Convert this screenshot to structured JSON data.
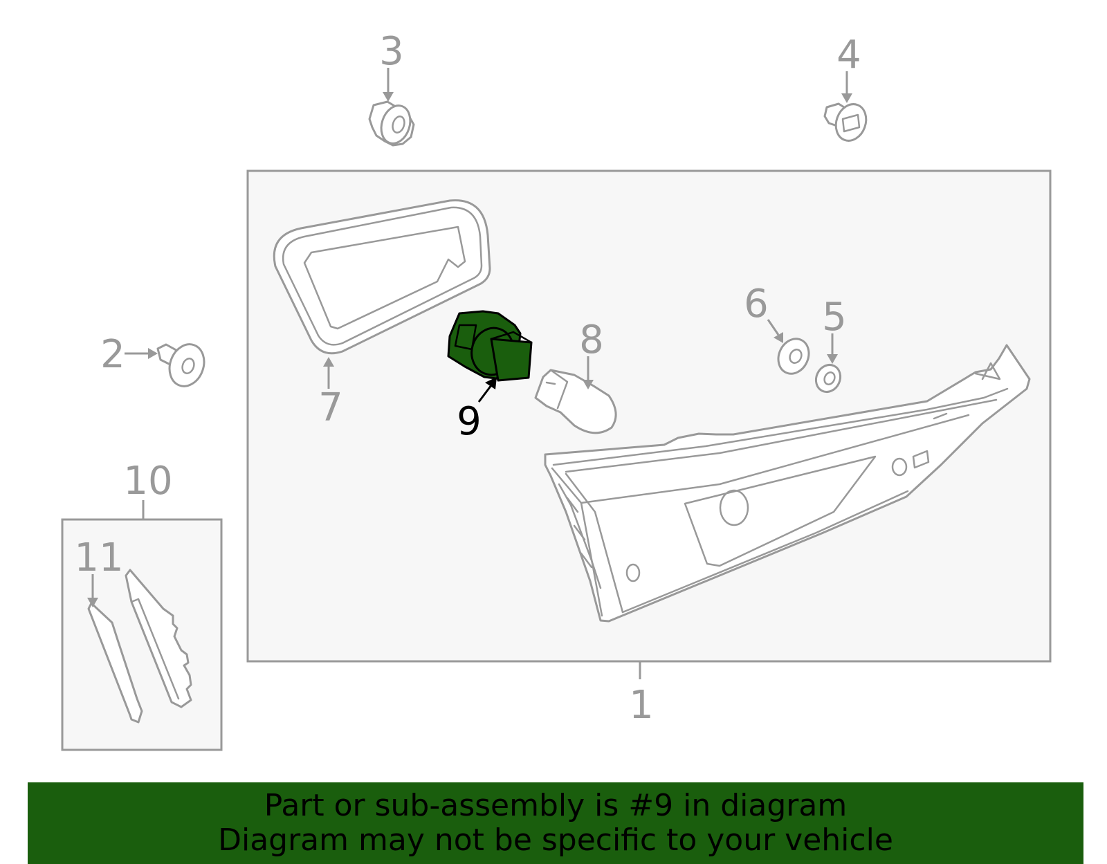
{
  "callouts": {
    "c1": "1",
    "c2": "2",
    "c3": "3",
    "c4": "4",
    "c5": "5",
    "c6": "6",
    "c7": "7",
    "c8": "8",
    "c9": "9",
    "c10": "10",
    "c11": "11"
  },
  "highlighted_part": "9",
  "banner": {
    "line1": "Part or sub-assembly is #9 in diagram",
    "line2": "Diagram may not be specific to your vehicle"
  },
  "colors": {
    "highlight": "#1a5e0d",
    "banner_bg": "#1a5e0d",
    "part_lines": "#999999",
    "box_fill": "#f7f7f7"
  }
}
